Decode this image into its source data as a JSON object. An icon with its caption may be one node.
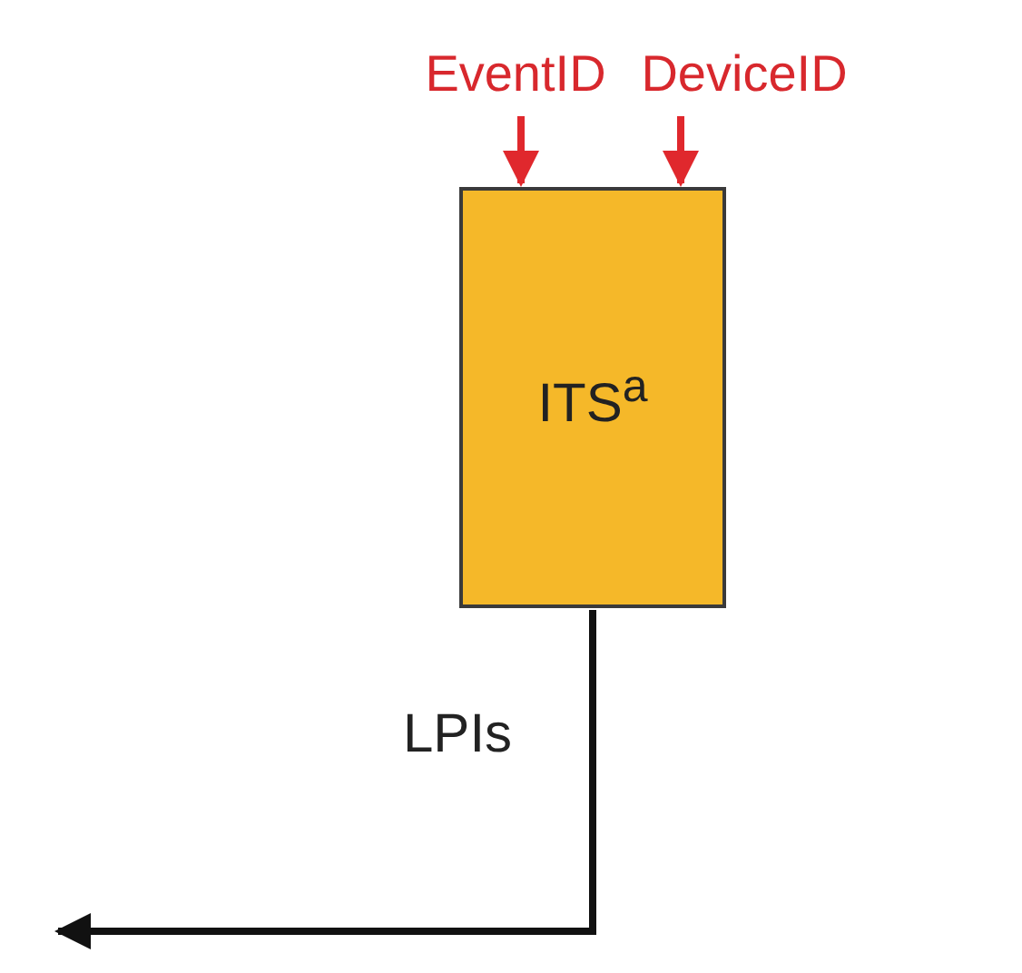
{
  "diagram": {
    "nodes": [
      {
        "text": [
          "EventID"
        ]
      },
      {
        "text": [
          "DeviceID"
        ]
      },
      {
        "text": [
          "ITS$^{a}$"
        ]
      }
    ],
    "edges": [
      {
        "from": 0,
        "to": 2,
        "arrow": "to"
      },
      {
        "from": 1,
        "to": 2,
        "arrow": "to"
      },
      {
        "from": 2,
        "to": null,
        "arrow": "to",
        "label": "LPIs",
        "color": "#111111"
      }
    ]
  }
}
